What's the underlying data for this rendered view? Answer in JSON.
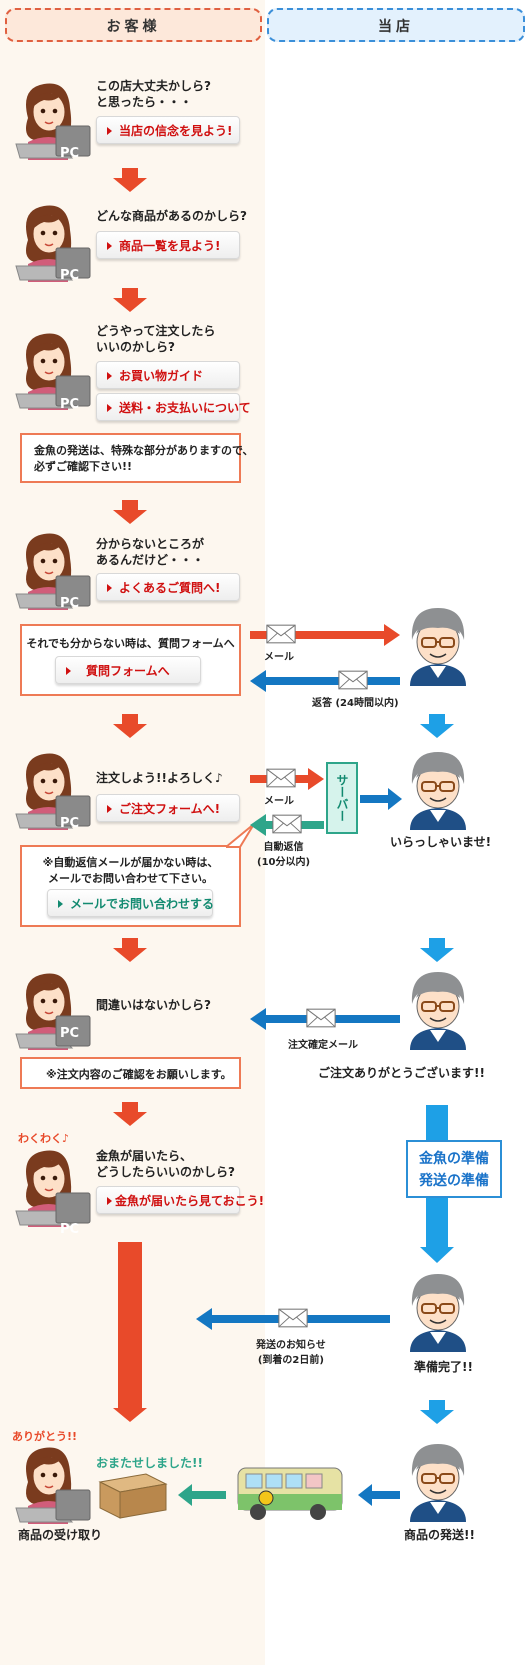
{
  "headers": {
    "customer": "お客様",
    "store": "当店"
  },
  "steps": [
    {
      "question": "この店大丈夫かしら?\nと思ったら・・・",
      "buttons": [
        "当店の信念を見よう!"
      ]
    },
    {
      "question": "どんな商品があるのかしら?",
      "buttons": [
        "商品一覧を見よう!"
      ]
    },
    {
      "question": "どうやって注文したら\nいいのかしら?",
      "buttons": [
        "お買い物ガイド",
        "送料・お支払いについて"
      ],
      "note": "金魚の発送は、特殊な部分がありますので、\n必ずご確認下さい!!"
    },
    {
      "question": "分からないところが\nあるんだけど・・・",
      "buttons": [
        "よくあるご質問へ!"
      ],
      "note": "それでも分からない時は、質問フォームへ",
      "note_button": "質問フォームへ"
    },
    {
      "question": "注文しよう!!よろしく♪",
      "buttons": [
        "ご注文フォームへ!"
      ],
      "note": "※自動返信メールが届かない時は、\nメールでお問い合わせて下さい。",
      "note_button": "メールでお問い合わせする"
    },
    {
      "question": "間違いはないかしら?",
      "note": "※注文内容のご確認をお願いします。"
    },
    {
      "question": "金魚が届いたら、\nどうしたらいいのかしら?",
      "buttons": [
        "金魚が届いたら見ておこう!"
      ],
      "exclaim": "わくわく♪"
    }
  ],
  "pc_label": "PC",
  "arrows": {
    "mail": "メール",
    "reply": "返答 (24時間以内)",
    "mail2": "メール",
    "auto_reply": "自動返信\n(10分以内)",
    "confirm_mail": "注文確定メール",
    "ship_notice": "発送のお知らせ\n(到着の2日前)"
  },
  "server_label": "サーバー",
  "store_texts": {
    "welcome": "いらっしゃいませ!",
    "thanks": "ご注文ありがとうございます!!",
    "prep": "金魚の準備\n発送の準備",
    "ready": "準備完了!!",
    "shipped": "商品の発送!!"
  },
  "final": {
    "thanks": "ありがとう!!",
    "sorry_wait": "おまたせしました!!",
    "receive": "商品の受け取り"
  },
  "colors": {
    "red": "#e84a2a",
    "blue": "#1477c2",
    "green": "#2ea58a",
    "lightblue": "#1ea0e6"
  }
}
